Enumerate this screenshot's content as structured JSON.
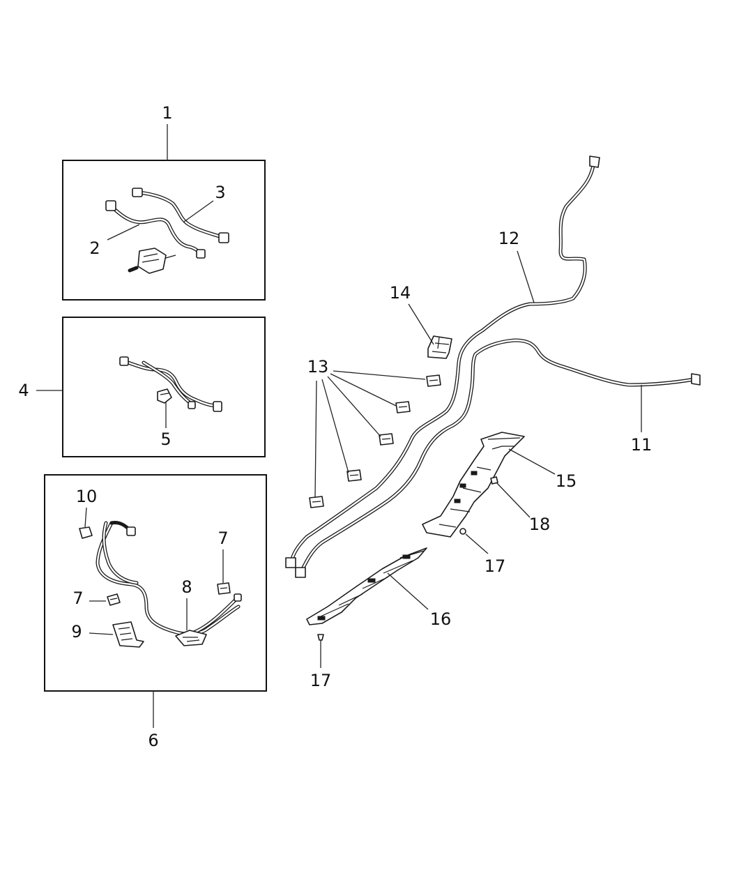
{
  "callouts": {
    "c1": "1",
    "c2": "2",
    "c3": "3",
    "c4": "4",
    "c5": "5",
    "c6": "6",
    "c7a": "7",
    "c7b": "7",
    "c8": "8",
    "c9": "9",
    "c10": "10",
    "c11": "11",
    "c12": "12",
    "c13": "13",
    "c14": "14",
    "c15": "15",
    "c16": "16",
    "c17a": "17",
    "c17b": "17",
    "c18": "18"
  }
}
